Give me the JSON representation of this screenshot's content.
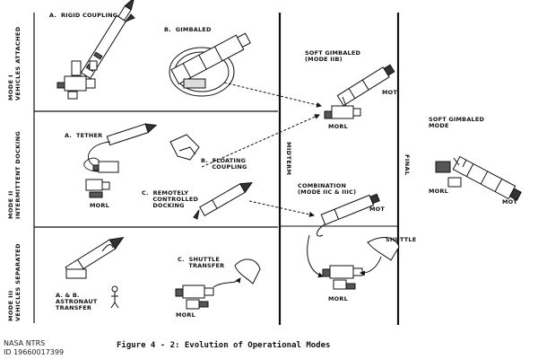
{
  "figure": {
    "caption": "Figure 4 - 2:  Evolution of Operational Modes",
    "credit_line1": "NASA NTRS",
    "credit_line2": "ID 19660017399"
  },
  "modes": {
    "mode1": "MODE I\nVEHICLES ATTACHED",
    "mode2": "MODE II\nINTERMITTENT DOCKING",
    "mode3": "MODE III\nVEHICLES SEPARATED"
  },
  "columns": {
    "middle": "MIDTERM",
    "right": "FINAL"
  },
  "labels": {
    "rigid_coupling": "A.  RIGID COUPLING",
    "gimbaled": "B.  GIMBALED",
    "tether": "A.  TETHER",
    "floating_coupling": "B.  FLOATING\n     COUPLING",
    "remotely_controlled": "C.  REMOTELY\n     CONTROLLED\n     DOCKING",
    "shuttle_transfer": "C.  SHUTTLE\n     TRANSFER",
    "astronaut_transfer": "A. & B.\nASTRONAUT\nTRANSFER",
    "soft_gimbaled_1": "SOFT GIMBALED\n(MODE IIB)",
    "combination": "COMBINATION\n(MODE IIC & IIIC)",
    "shuttle": "SHUTTLE",
    "soft_gimbaled_final": "SOFT GIMBALED\nMODE",
    "morl_1": "MORL",
    "morl_2": "MORL",
    "morl_3": "MORL",
    "morl_4": "MORL",
    "morl_5": "MORL",
    "mot_1": "MOT",
    "mot_2": "MOT",
    "mot_3": "MOT"
  }
}
